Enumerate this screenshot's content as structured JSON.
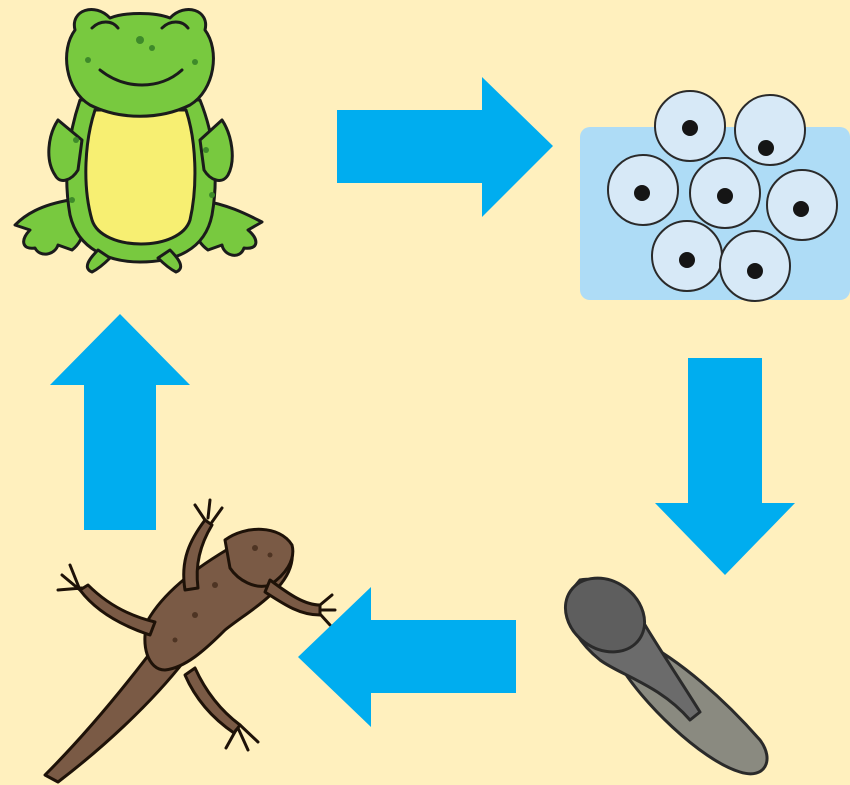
{
  "diagram": {
    "type": "life-cycle",
    "background_color": "#FFF0BE",
    "arrow_color": "#00ADEF",
    "stages": [
      {
        "id": "frog",
        "icon": "frog-icon"
      },
      {
        "id": "frogspawn",
        "icon": "frogspawn-icon"
      },
      {
        "id": "tadpole",
        "icon": "tadpole-icon"
      },
      {
        "id": "froglet",
        "icon": "froglet-icon"
      }
    ],
    "arrows": [
      {
        "from": "frog",
        "to": "frogspawn",
        "direction": "right"
      },
      {
        "from": "frogspawn",
        "to": "tadpole",
        "direction": "down"
      },
      {
        "from": "tadpole",
        "to": "froglet",
        "direction": "left"
      },
      {
        "from": "froglet",
        "to": "frog",
        "direction": "up"
      }
    ]
  }
}
